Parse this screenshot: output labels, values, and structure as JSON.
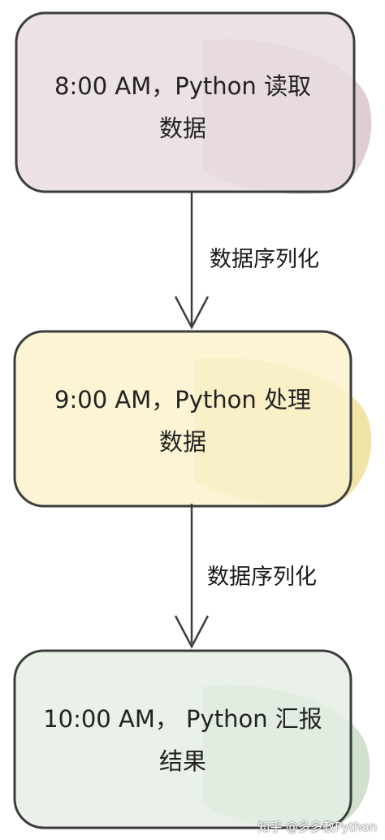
{
  "nodes": [
    {
      "line1": "8:00 AM，Python 读取",
      "line2": "数据",
      "fill": "#e9dde1",
      "blob": "#d8c4cb"
    },
    {
      "line1": "9:00 AM，Python 处理",
      "line2": "数据",
      "fill": "#fbf2cc",
      "blob": "#f0df96"
    },
    {
      "line1": "10:00 AM， Python 汇报",
      "line2": "结果",
      "fill": "#e5efe4",
      "blob": "#c9dcc6"
    }
  ],
  "edges": [
    {
      "label": "数据序列化"
    },
    {
      "label": "数据序列化"
    }
  ],
  "watermark": "知乎 @多多教Python",
  "colors": {
    "stroke": "#3d3d3d",
    "text": "#222222"
  }
}
